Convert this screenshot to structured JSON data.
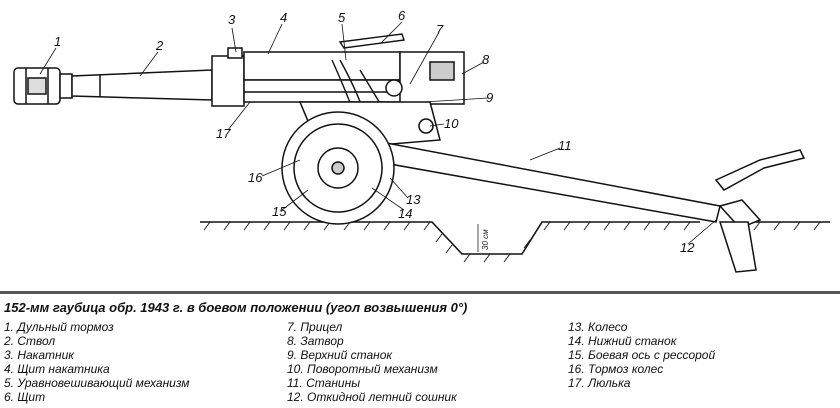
{
  "caption": "152-мм гаубица обр. 1943 г. в боевом положении (угол возвышения 0°)",
  "diagram": {
    "callouts": [
      "1",
      "2",
      "3",
      "4",
      "5",
      "6",
      "7",
      "8",
      "9",
      "10",
      "11",
      "12",
      "13",
      "14",
      "15",
      "16",
      "17"
    ],
    "depth_label": "30 см"
  },
  "legend": {
    "col1": [
      "1. Дульный тормоз",
      "2. Ствол",
      "3. Накатник",
      "4. Щит накатника",
      "5. Уравновешивающий механизм",
      "6. Щит"
    ],
    "col2": [
      "7. Прицел",
      "8. Затвор",
      "9. Верхний станок",
      "10. Поворотный механизм",
      "11. Станины",
      "12. Откидной летний сошник"
    ],
    "col3": [
      "13. Колесо",
      "14. Нижний станок",
      "15. Боевая ось с рессорой",
      "16. Тормоз колес",
      "17. Люлька"
    ]
  }
}
